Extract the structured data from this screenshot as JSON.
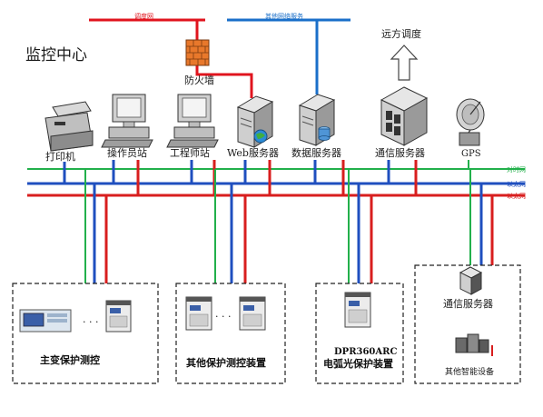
{
  "title": "监控中心",
  "top_network_left": "调度网",
  "top_network_right": "其他网络服务",
  "firewall_label": "防火墙",
  "dispatch_label": "远方调度",
  "devices": {
    "printer": "打印机",
    "operator": "操作员站",
    "engineer": "工程师站",
    "web": "Web服务器",
    "data": "数据服务器",
    "comm": "通信服务器",
    "gps": "GPS"
  },
  "bus_labels": {
    "time": "对时网",
    "eth1": "以太网",
    "eth2": "以太网"
  },
  "bus_colors": {
    "time": "#22b04b",
    "eth1": "#1f4fbf",
    "eth2": "#d81e1e",
    "top_left": "#e0141e",
    "top_right": "#1a6fc9"
  },
  "groups": {
    "main_transformer": "主变保护测控",
    "other_protection": "其他保护测控装置",
    "arc_line1": "DPR360ARC",
    "arc_line2": "电弧光保护装置",
    "field_comm": "通信服务器",
    "field_other": "其他智能设备"
  },
  "ellipsis": "· · ·"
}
